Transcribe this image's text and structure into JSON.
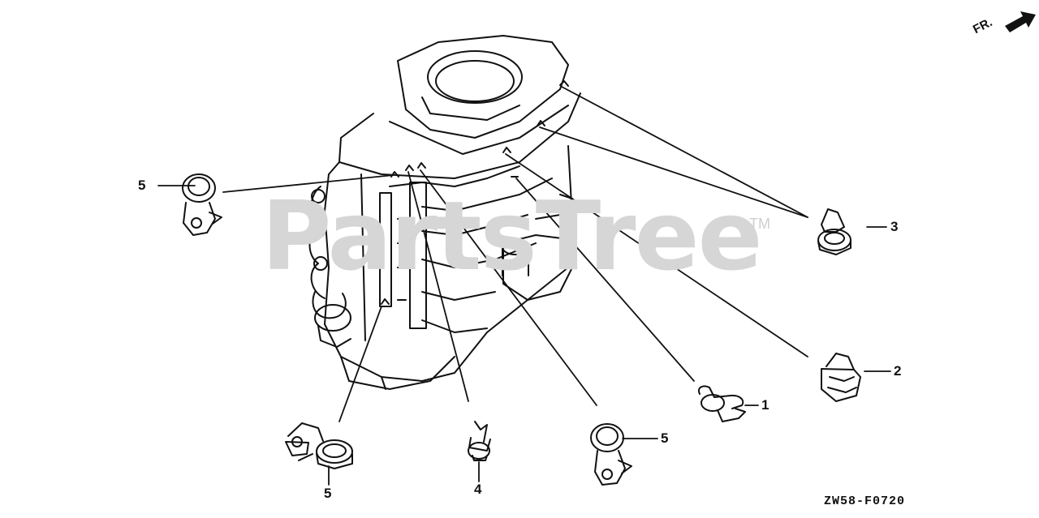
{
  "watermark": {
    "brand": "PartsTree",
    "trademark": "TM"
  },
  "direction_indicator": {
    "label": "FR.",
    "icon": "arrow-right-icon"
  },
  "diagram_code": "ZW58-F0720",
  "callouts": [
    {
      "id": "c1",
      "label": "1"
    },
    {
      "id": "c2",
      "label": "2"
    },
    {
      "id": "c3",
      "label": "3"
    },
    {
      "id": "c4",
      "label": "4"
    },
    {
      "id": "c5a",
      "label": "5"
    },
    {
      "id": "c5b",
      "label": "5"
    },
    {
      "id": "c5c",
      "label": "5"
    }
  ],
  "colors": {
    "line": "#111111",
    "watermark": "#d6d6d6",
    "background": "#ffffff"
  }
}
